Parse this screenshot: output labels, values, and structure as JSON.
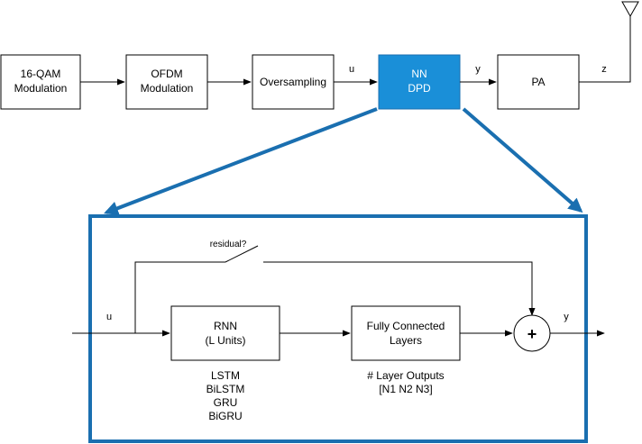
{
  "top_chain": {
    "blocks": [
      {
        "line1": "16-QAM",
        "line2": "Modulation"
      },
      {
        "line1": "OFDM",
        "line2": "Modulation"
      },
      {
        "line1": "Oversampling",
        "line2": ""
      },
      {
        "line1": "NN",
        "line2": "DPD"
      },
      {
        "line1": "PA",
        "line2": ""
      }
    ],
    "signals": {
      "u": "u",
      "y": "y",
      "z": "z"
    }
  },
  "detail": {
    "input_label": "u",
    "output_label": "y",
    "residual_label": "residual?",
    "rnn": {
      "line1": "RNN",
      "line2": "(L Units)"
    },
    "rnn_options": [
      "LSTM",
      "BiLSTM",
      "GRU",
      "BiGRU"
    ],
    "fc": {
      "line1": "Fully Connected",
      "line2": "Layers"
    },
    "fc_outputs": {
      "line1": "# Layer Outputs",
      "line2": "[N1 N2 N3]"
    },
    "sum_symbol": "+"
  },
  "colors": {
    "highlight": "#1a8fd8",
    "highlight_border": "#1a6fb0",
    "frame": "#1a6fb0"
  }
}
